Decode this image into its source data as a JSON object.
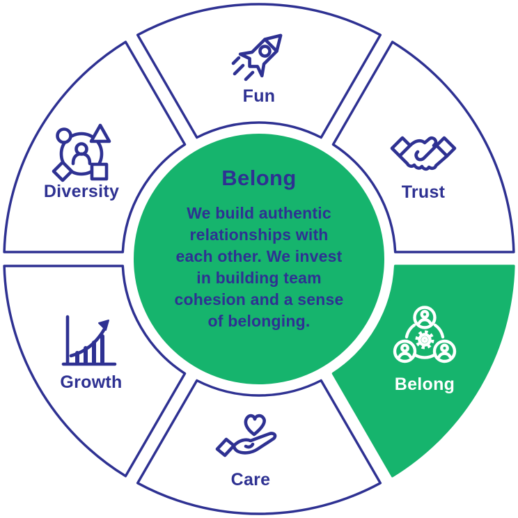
{
  "diagram": {
    "title_hint": "Company values wheel",
    "center": {
      "title": "Belong",
      "description_lines": [
        "We build authentic",
        "relationships with",
        "each other. We invest",
        "in building team",
        "cohesion and a sense",
        "of belonging."
      ]
    },
    "segments": [
      {
        "id": "fun",
        "label": "Fun",
        "icon": "rocket-icon",
        "highlighted": false
      },
      {
        "id": "trust",
        "label": "Trust",
        "icon": "handshake-icon",
        "highlighted": false
      },
      {
        "id": "belong",
        "label": "Belong",
        "icon": "team-gear-icon",
        "highlighted": true
      },
      {
        "id": "care",
        "label": "Care",
        "icon": "heart-in-hand-icon",
        "highlighted": false
      },
      {
        "id": "growth",
        "label": "Growth",
        "icon": "growth-chart-icon",
        "highlighted": false
      },
      {
        "id": "diversity",
        "label": "Diversity",
        "icon": "diversity-shapes-icon",
        "highlighted": false
      }
    ],
    "colors": {
      "navy": "#2E3192",
      "green": "#16B46D",
      "background": "#FFFFFF",
      "highlight_text": "#FFFFFF"
    }
  }
}
